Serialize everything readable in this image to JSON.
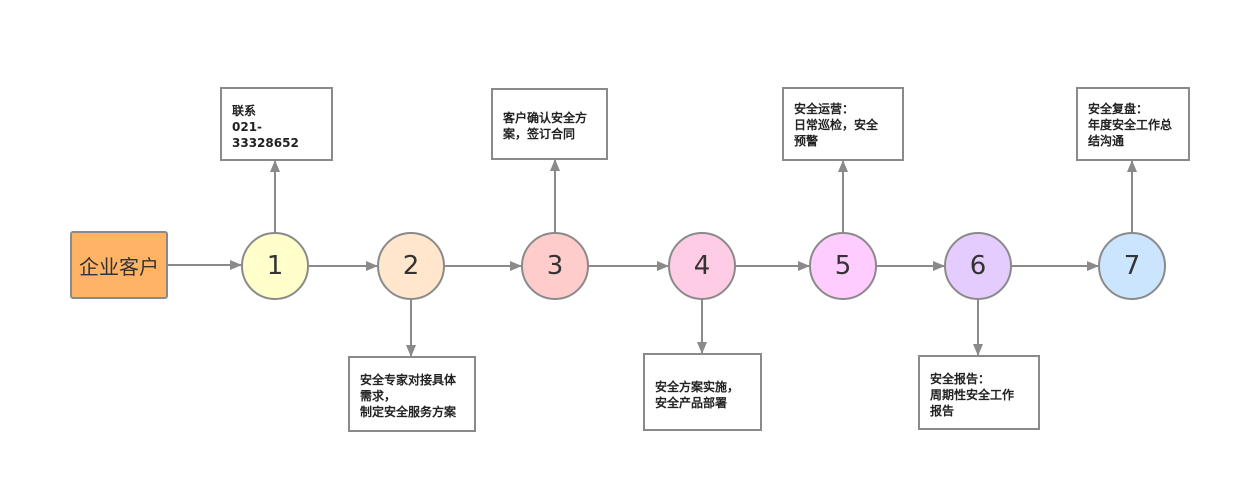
{
  "start": {
    "label": "企业客户",
    "color": "#ffb366"
  },
  "steps": [
    {
      "number": "1",
      "color": "#ffffcc",
      "note": "联系\n021-\n33328652",
      "note_position": "above"
    },
    {
      "number": "2",
      "color": "#ffe6cc",
      "note": "安全专家对接具体\n需求，\n制定安全服务方案",
      "note_position": "below"
    },
    {
      "number": "3",
      "color": "#ffcccc",
      "note": "客户确认安全方\n案，签订合同",
      "note_position": "above"
    },
    {
      "number": "4",
      "color": "#ffcce6",
      "note": "安全方案实施，\n安全产品部署",
      "note_position": "below"
    },
    {
      "number": "5",
      "color": "#ffccff",
      "note": "安全运营：\n日常巡检，安全\n预警",
      "note_position": "above"
    },
    {
      "number": "6",
      "color": "#e5ccff",
      "note": "安全报告：\n周期性安全工作\n报告",
      "note_position": "below"
    },
    {
      "number": "7",
      "color": "#cce5ff",
      "note": "安全复盘：\n年度安全工作总\n结沟通",
      "note_position": "above"
    }
  ],
  "line_color": "#8a8a8a"
}
